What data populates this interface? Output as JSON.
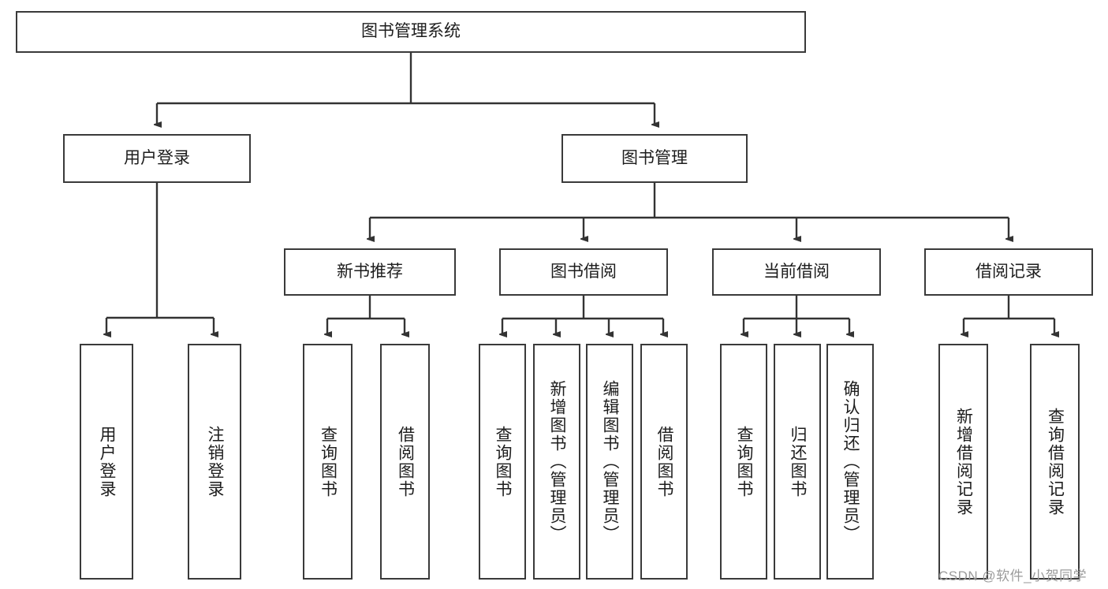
{
  "diagram": {
    "type": "tree-hierarchy",
    "title": "图书管理系统",
    "watermark": "CSDN @软件_小贺同学",
    "colors": {
      "box_border": "#3a3a3a",
      "box_fill": "#ffffff",
      "connector": "#333333",
      "text": "#1d1d1d",
      "watermark": "#9b9b9b",
      "background": "#ffffff"
    },
    "levels": {
      "root": {
        "label": "图书管理系统",
        "orientation": "horizontal"
      },
      "level2": [
        {
          "label": "用户登录",
          "orientation": "horizontal"
        },
        {
          "label": "图书管理",
          "orientation": "horizontal"
        }
      ],
      "level3": [
        {
          "label": "新书推荐",
          "orientation": "horizontal",
          "parent": "图书管理"
        },
        {
          "label": "图书借阅",
          "orientation": "horizontal",
          "parent": "图书管理"
        },
        {
          "label": "当前借阅",
          "orientation": "horizontal",
          "parent": "图书管理"
        },
        {
          "label": "借阅记录",
          "orientation": "horizontal",
          "parent": "图书管理"
        }
      ],
      "leaves": [
        {
          "label": "用户登录",
          "orientation": "vertical",
          "parent": "用户登录"
        },
        {
          "label": "注销登录",
          "orientation": "vertical",
          "parent": "用户登录"
        },
        {
          "label": "查询图书",
          "orientation": "vertical",
          "parent": "新书推荐"
        },
        {
          "label": "借阅图书",
          "orientation": "vertical",
          "parent": "新书推荐"
        },
        {
          "label": "查询图书",
          "orientation": "vertical",
          "parent": "图书借阅"
        },
        {
          "label": "新增图书（管理员）",
          "orientation": "vertical",
          "parent": "图书借阅"
        },
        {
          "label": "编辑图书（管理员）",
          "orientation": "vertical",
          "parent": "图书借阅"
        },
        {
          "label": "借阅图书",
          "orientation": "vertical",
          "parent": "图书借阅"
        },
        {
          "label": "查询图书",
          "orientation": "vertical",
          "parent": "当前借阅"
        },
        {
          "label": "归还图书",
          "orientation": "vertical",
          "parent": "当前借阅"
        },
        {
          "label": "确认归还（管理员）",
          "orientation": "vertical",
          "parent": "当前借阅"
        },
        {
          "label": "新增借阅记录",
          "orientation": "vertical",
          "parent": "借阅记录"
        },
        {
          "label": "查询借阅记录",
          "orientation": "vertical",
          "parent": "借阅记录"
        }
      ]
    }
  }
}
